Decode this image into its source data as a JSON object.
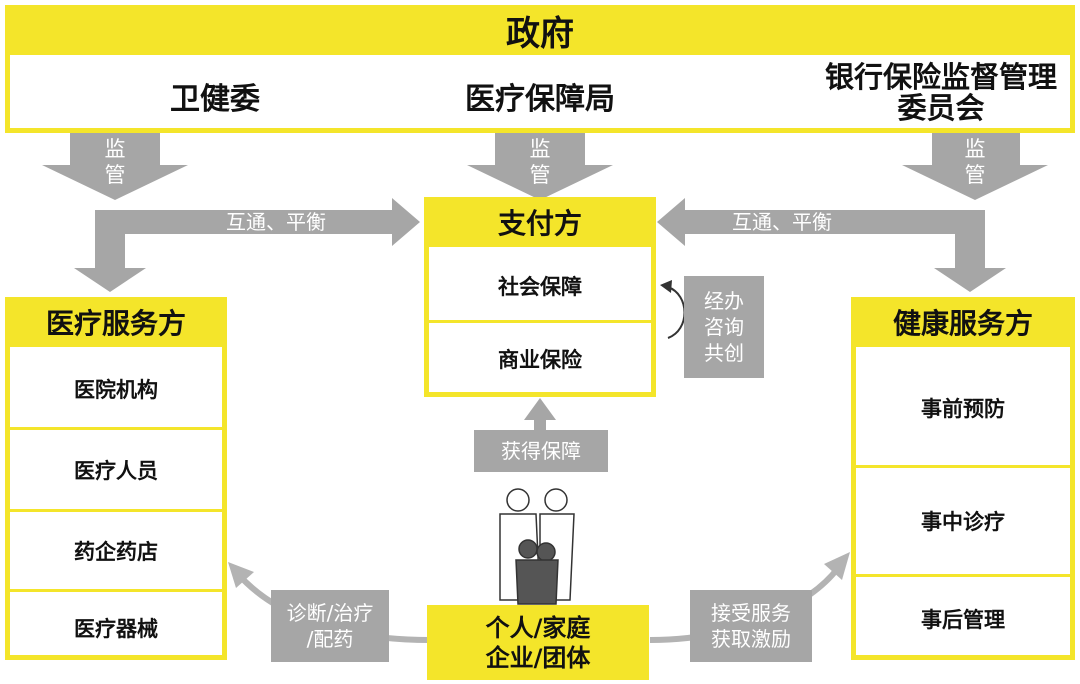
{
  "government": {
    "title": "政府",
    "agencies": [
      "卫健委",
      "医疗保障局",
      "银行保险监督管理\n委员会"
    ]
  },
  "supervision_label": "监\n管",
  "interop_label": "互通、平衡",
  "payer": {
    "title": "支付方",
    "items": [
      "社会保障",
      "商业保险"
    ]
  },
  "cooperation_label": "经办\n咨询\n共创",
  "medical_provider": {
    "title": "医疗服务方",
    "items": [
      "医院机构",
      "医疗人员",
      "药企药店",
      "医疗器械"
    ]
  },
  "health_provider": {
    "title": "健康服务方",
    "items": [
      "事前预防",
      "事中诊疗",
      "事后管理"
    ]
  },
  "get_coverage_label": "获得保障",
  "individual": "个人/家庭\n企业/团体",
  "diagnosis_label": "诊断/治疗\n/配药",
  "accept_service_label": "接受服务\n获取激励",
  "colors": {
    "yellow": "#f4e52a",
    "gray": "#a6a6a6",
    "light_gray": "#b3b3b3",
    "text": "#111111"
  }
}
